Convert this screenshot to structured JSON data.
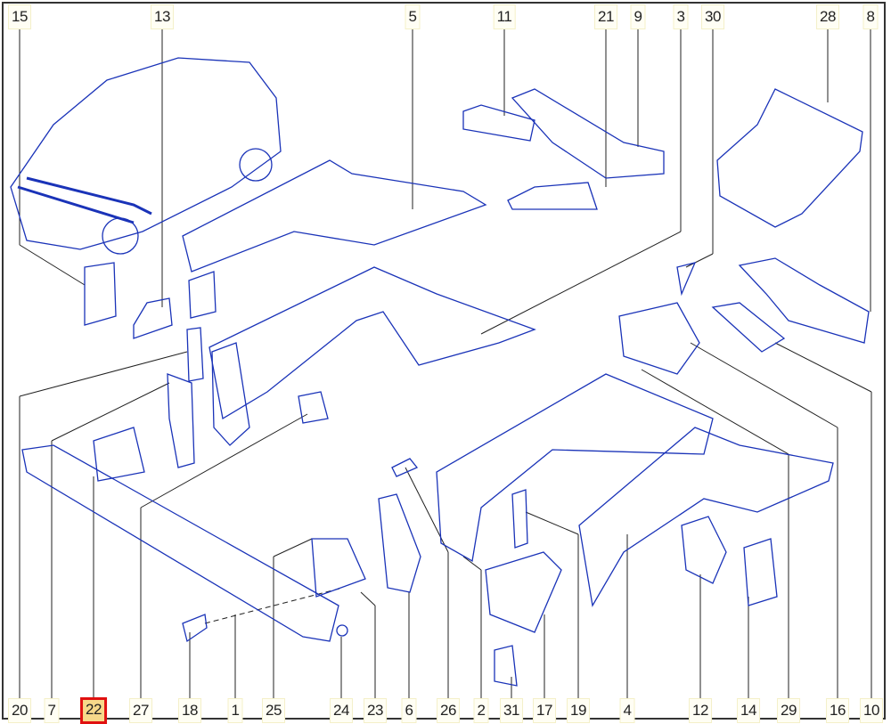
{
  "diagram": {
    "top_labels": [
      "15",
      "13",
      "5",
      "11",
      "21",
      "9",
      "3",
      "30",
      "28",
      "8"
    ],
    "bottom_labels": [
      "20",
      "7",
      "22",
      "27",
      "18",
      "1",
      "25",
      "24",
      "23",
      "6",
      "26",
      "2",
      "31",
      "17",
      "19",
      "4",
      "12",
      "14",
      "29",
      "16",
      "10"
    ],
    "highlighted_label": "22",
    "colors": {
      "line": "#1a33b8",
      "highlight_border": "#e01010",
      "highlight_fill": "#f7d98a",
      "leader": "#222222"
    }
  }
}
